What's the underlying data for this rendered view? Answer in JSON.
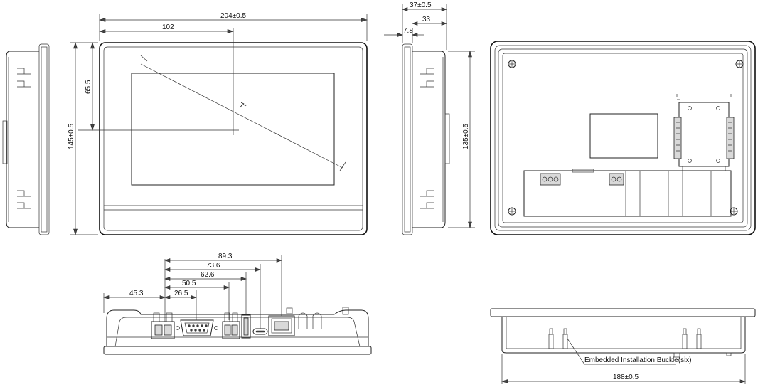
{
  "front_view": {
    "width_label": "204±0.5",
    "half_width_label": "102",
    "height_label": "145±0.5",
    "half_height_label": "65.5",
    "diagonal_label": "7\""
  },
  "side_view_right": {
    "depth_total_label": "37±0.5",
    "depth_body_label": "33",
    "bezel_label": "7.8",
    "cutout_height_label": "135±0.5"
  },
  "bottom_view": {
    "dims": [
      "89.3",
      "73.6",
      "62.6",
      "50.5",
      "26.5",
      "45.3"
    ]
  },
  "rear_bottom_view": {
    "callout_label": "Embedded Installation Buckle(six)",
    "width_label": "188±0.5"
  }
}
